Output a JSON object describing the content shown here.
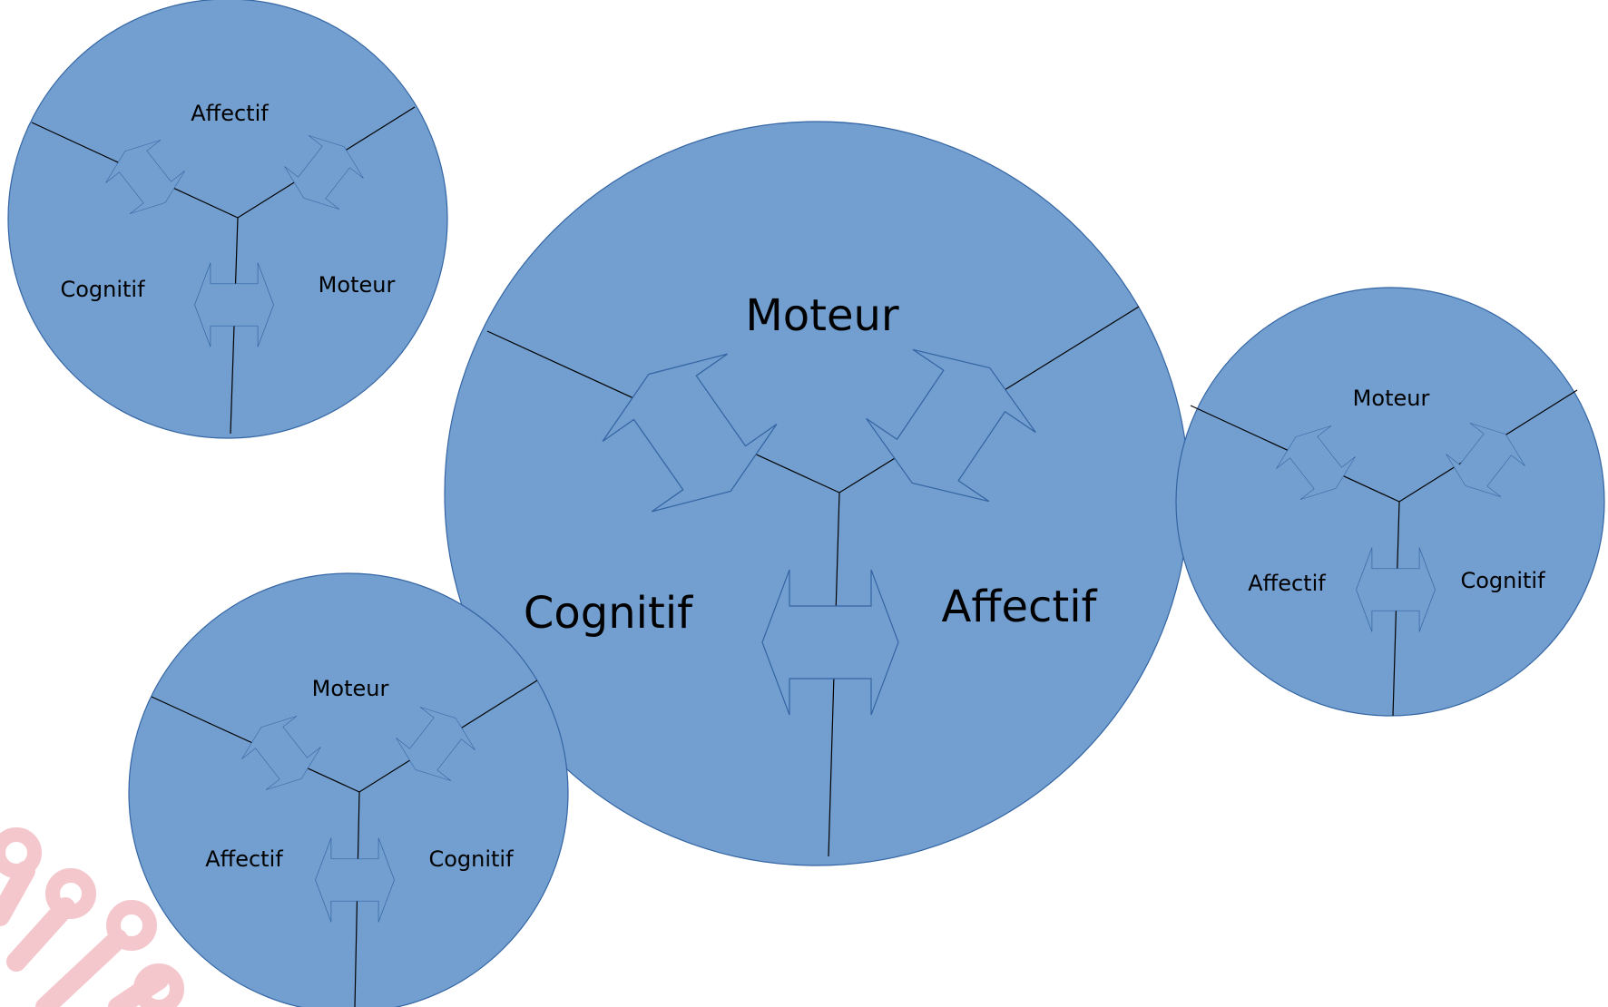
{
  "diagram": {
    "central": {
      "top": "Moteur",
      "left": "Cognitif",
      "right": "Affectif"
    },
    "top_left": {
      "top": "Affectif",
      "left": "Cognitif",
      "right": "Moteur"
    },
    "right": {
      "top": "Moteur",
      "left": "Affectif",
      "right": "Cognitif"
    },
    "bottom_left": {
      "top": "Moteur",
      "left": "Affectif",
      "right": "Cognitif"
    }
  },
  "colors": {
    "circle_fill": "#729fcf",
    "circle_stroke": "#3465a4",
    "divider": "#000000",
    "decoration": "#f4c7cd"
  }
}
